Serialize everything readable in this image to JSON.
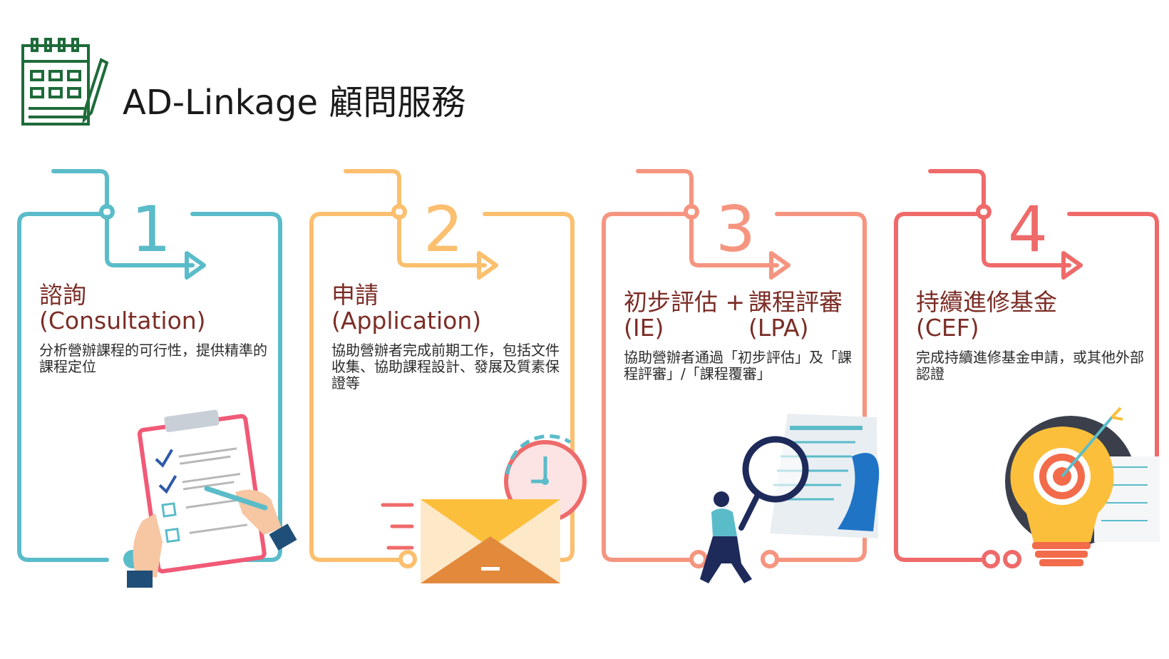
{
  "page": {
    "title": "AD-Linkage 顧問服務"
  },
  "colors": {
    "brand_green": "#1e6b3a",
    "title_text": "#7b2d26",
    "step_colors": [
      "#5bbcc9",
      "#fbbf6e",
      "#f59580",
      "#ef6a6a"
    ]
  },
  "icons": [
    "calendar-icon",
    "clipboard-checklist-icon",
    "envelope-clock-icon",
    "magnifier-document-icon",
    "target-lightbulb-icon"
  ],
  "steps": [
    {
      "number": "1",
      "title_line1": "諮詢",
      "title_line2": "(Consultation)",
      "desc": "分析營辦課程的可行性，提供精準的課程定位"
    },
    {
      "number": "2",
      "title_line1": "申請",
      "title_line2": "(Application)",
      "desc": "協助營辦者完成前期工作，包括文件收集、協助課程設計、發展及質素保證等"
    },
    {
      "number": "3",
      "title_a_line1": "初步評估 +",
      "title_a_line2": "(IE)",
      "title_b_line1": "課程評審",
      "title_b_line2": "(LPA)",
      "desc": "協助營辦者通過「初步評估」及「課程評審」/「課程覆審」"
    },
    {
      "number": "4",
      "title_line1": "持續進修基金",
      "title_line2": "(CEF)",
      "desc": "完成持續進修基金申請，或其他外部認證"
    }
  ]
}
